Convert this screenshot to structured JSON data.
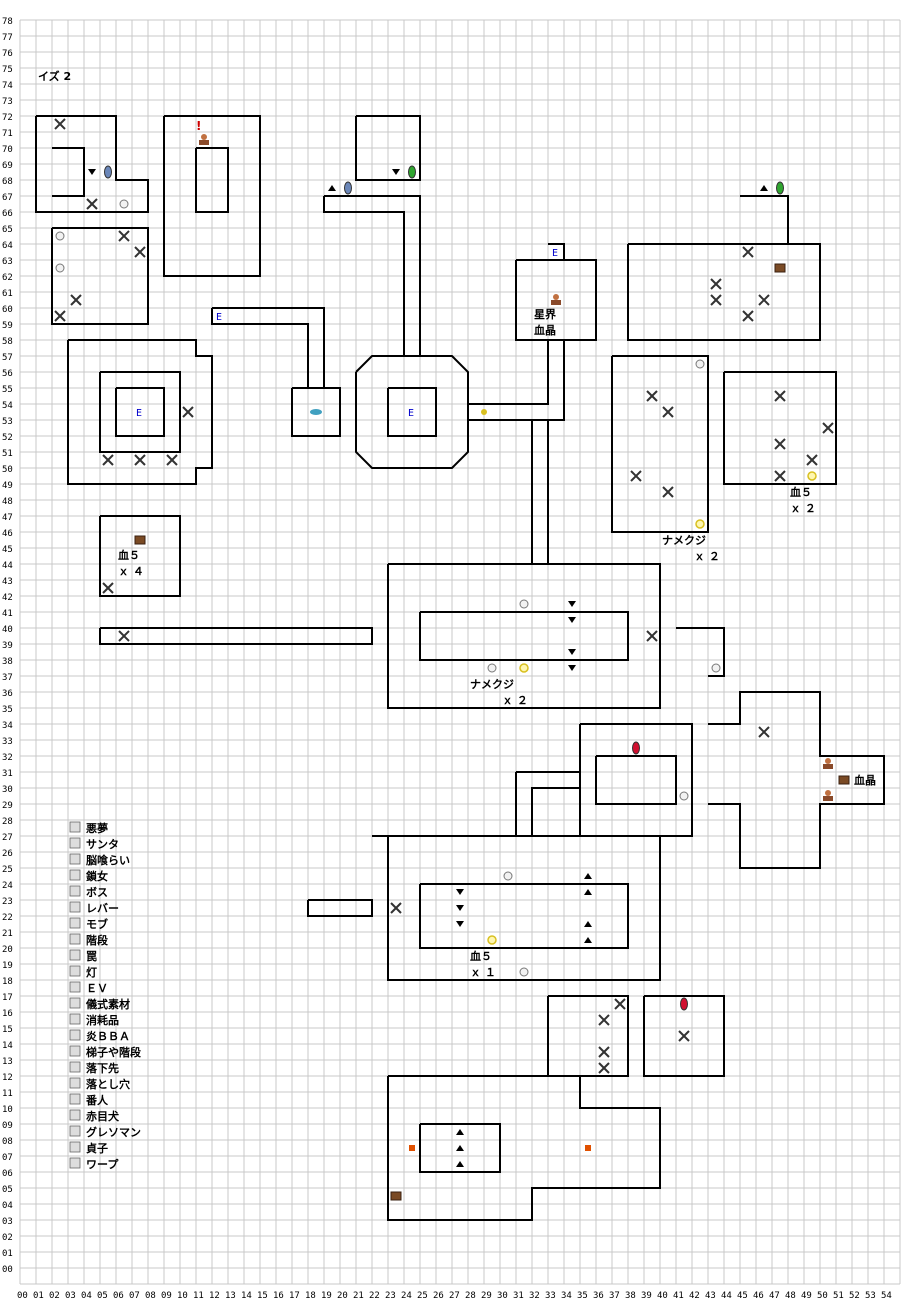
{
  "map_title": "イズ 2",
  "grid": {
    "cols": 55,
    "rows": 79
  },
  "y_axis_labels": [
    "78",
    "77",
    "76",
    "75",
    "74",
    "73",
    "72",
    "71",
    "70",
    "69",
    "68",
    "67",
    "66",
    "65",
    "64",
    "63",
    "62",
    "61",
    "60",
    "59",
    "58",
    "57",
    "56",
    "55",
    "54",
    "53",
    "52",
    "51",
    "50",
    "49",
    "48",
    "47",
    "46",
    "45",
    "44",
    "43",
    "42",
    "41",
    "40",
    "39",
    "38",
    "37",
    "36",
    "35",
    "34",
    "33",
    "32",
    "31",
    "30",
    "29",
    "28",
    "27",
    "26",
    "25",
    "24",
    "23",
    "22",
    "21",
    "20",
    "19",
    "18",
    "17",
    "16",
    "15",
    "14",
    "13",
    "12",
    "11",
    "10",
    "09",
    "08",
    "07",
    "06",
    "05",
    "04",
    "03",
    "02",
    "01",
    "00"
  ],
  "x_axis_labels": [
    "00",
    "01",
    "02",
    "03",
    "04",
    "05",
    "06",
    "07",
    "08",
    "09",
    "10",
    "11",
    "12",
    "13",
    "14",
    "15",
    "16",
    "17",
    "18",
    "19",
    "20",
    "21",
    "22",
    "23",
    "24",
    "25",
    "26",
    "27",
    "28",
    "29",
    "30",
    "31",
    "32",
    "33",
    "34",
    "35",
    "36",
    "37",
    "38",
    "39",
    "40",
    "41",
    "42",
    "43",
    "44",
    "45",
    "46",
    "47",
    "48",
    "49",
    "50",
    "51",
    "52",
    "53",
    "54"
  ],
  "legend": [
    {
      "icon": "chest-icon",
      "label": "悪夢"
    },
    {
      "icon": "santa-icon",
      "label": "サンタ"
    },
    {
      "icon": "brain-eater-icon",
      "label": "脳喰らい"
    },
    {
      "icon": "chain-woman-icon",
      "label": "鎖女"
    },
    {
      "icon": "boss-icon",
      "label": "ボス"
    },
    {
      "icon": "lever-icon",
      "label": "レバー"
    },
    {
      "icon": "mob-icon",
      "label": "モブ"
    },
    {
      "icon": "stairs-icon",
      "label": "階段"
    },
    {
      "icon": "trap-icon",
      "label": "罠"
    },
    {
      "icon": "lamp-icon",
      "label": "灯"
    },
    {
      "icon": "ev-icon",
      "label": "ＥＶ"
    },
    {
      "icon": "ritual-material-icon",
      "label": "儀式素材"
    },
    {
      "icon": "consumable-icon",
      "label": "消耗品"
    },
    {
      "icon": "flame-bba-icon",
      "label": "炎ＢＢＡ"
    },
    {
      "icon": "ladder-icon",
      "label": "梯子や階段"
    },
    {
      "icon": "drop-destination-icon",
      "label": "落下先"
    },
    {
      "icon": "pitfall-icon",
      "label": "落とし穴"
    },
    {
      "icon": "guard-icon",
      "label": "番人"
    },
    {
      "icon": "red-eye-dog-icon",
      "label": "赤目犬"
    },
    {
      "icon": "grayso-man-icon",
      "label": "グレソマン"
    },
    {
      "icon": "sadako-icon",
      "label": "貞子"
    },
    {
      "icon": "warp-icon",
      "label": "ワープ"
    }
  ],
  "annotations": {
    "star_blood": [
      "星界",
      "血晶"
    ],
    "blood5_x4": [
      "血５",
      "ｘ ４"
    ],
    "namekuji_x2_a": [
      "ナメクジ",
      "ｘ ２"
    ],
    "namekuji_x2_b": [
      "ナメクジ",
      "ｘ ２"
    ],
    "blood5_x2": [
      "血５",
      "ｘ ２"
    ],
    "blood5_x1": [
      "血５",
      "ｘ １"
    ],
    "blood_crystal": "血晶",
    "ev": "E"
  },
  "colors": {
    "grid": "#c8c8c8",
    "wall": "#000000",
    "ev": "#0000cc",
    "trap": "#e05000",
    "lever": "#cc0000",
    "ladder_blue": "#6a86b8",
    "ladder_green": "#2fa52f",
    "ladder_red": "#d01030",
    "ritual": "#d8c020",
    "lamp": "#40a0c0"
  }
}
